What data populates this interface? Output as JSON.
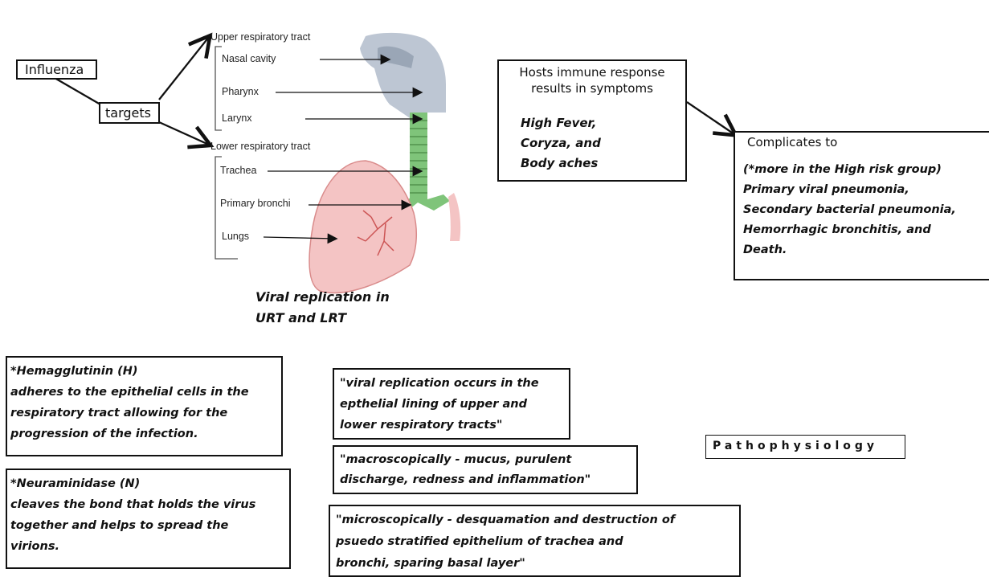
{
  "influenza": "Influenza",
  "targets": "targets",
  "anatomy": {
    "upper_tract": "Upper respiratory tract",
    "lower_tract": "Lower respiratory tract",
    "upper_parts": [
      "Nasal cavity",
      "Pharynx",
      "Larynx"
    ],
    "lower_parts": [
      "Trachea",
      "Primary bronchi",
      "Lungs"
    ]
  },
  "viral_replication": [
    "Viral replication in",
    "URT and LRT"
  ],
  "hosts_response": {
    "title_lines": [
      "Hosts immune response",
      "results in symptoms"
    ],
    "symptoms": [
      "High Fever,",
      "Coryza, and",
      "Body aches"
    ]
  },
  "complicates": {
    "title": "Complicates to",
    "lines": [
      "(*more in the High risk group)",
      "Primary viral pneumonia,",
      "Secondary bacterial pneumonia,",
      "Hemorrhagic bronchitis, and",
      "Death."
    ]
  },
  "hemagglutinin": [
    "*Hemagglutinin (H)",
    "adheres to the epithelial cells in the",
    "respiratory tract allowing for the",
    "progression of the infection."
  ],
  "neuraminidase": [
    "*Neuraminidase (N)",
    "cleaves the bond that holds the virus",
    "together and helps to spread the",
    "virions."
  ],
  "quote_replication": [
    "\"viral replication occurs in the",
    "epthelial lining of  upper and",
    "lower respiratory tracts\""
  ],
  "quote_macro": [
    "\"macroscopically - mucus, purulent",
    "discharge, redness and inflammation\""
  ],
  "quote_micro": [
    "\"microscopically - desquamation and destruction of",
    "psuedo stratified  epithelium of trachea and",
    "bronchi, sparing basal layer\""
  ],
  "pathophysiology": "Pathophysiology",
  "colors": {
    "airway": "#b9c3d1",
    "trachea": "#7fc47a",
    "lung": "#f4c4c4",
    "lung_edge": "#d98b8b",
    "lung_vessel": "#cc5555"
  }
}
